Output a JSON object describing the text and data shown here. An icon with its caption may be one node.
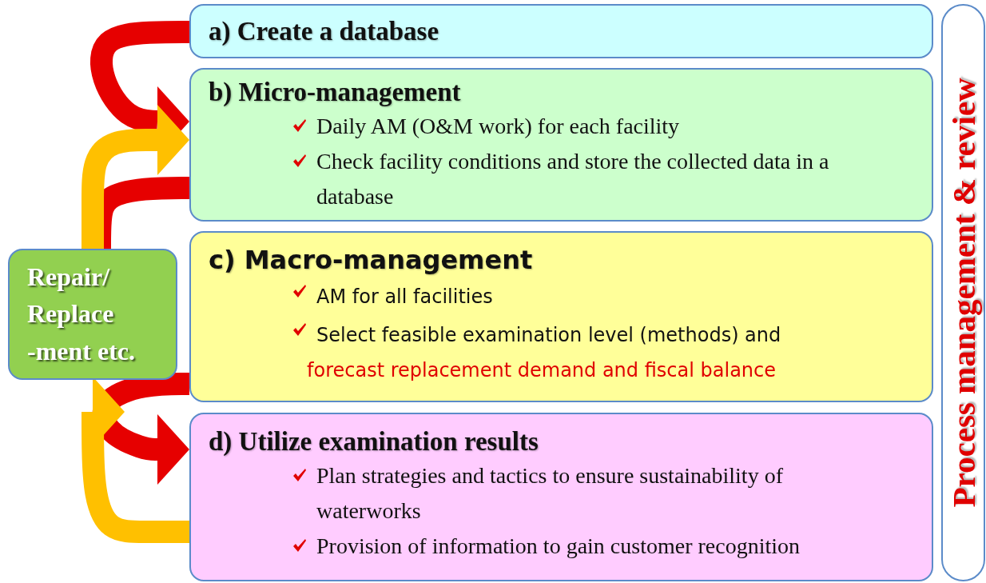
{
  "diagram": {
    "nodes": [
      {
        "text": [
          "a) Create a database"
        ]
      },
      {
        "text": [
          "b) Micro-management",
          "Daily AM (O&M work) for each facility",
          "Check facility conditions and store the collected data in a database"
        ]
      },
      {
        "text": [
          "c) Macro-management",
          "AM for all facilities",
          "Select feasible examination level (methods) and",
          "forecast replacement demand and fiscal balance"
        ]
      },
      {
        "text": [
          "d) Utilize examination results",
          "Plan strategies and tactics to ensure sustainability of waterworks",
          "Provision of information to gain customer recognition"
        ]
      },
      {
        "text": [
          "Repair/ Replace -ment etc."
        ]
      },
      {
        "text": [
          "Process management & review"
        ]
      }
    ],
    "edges": [
      {
        "from": 0,
        "to": 1,
        "arrow": "to"
      },
      {
        "from": 1,
        "to": 4,
        "arrow": "none"
      },
      {
        "from": 2,
        "to": 3,
        "arrow": "to"
      },
      {
        "from": 3,
        "to": 4,
        "arrow": "to",
        "color": "#ffc000"
      },
      {
        "from": 4,
        "to": 1,
        "arrow": "to",
        "color": "#ffc000"
      }
    ]
  }
}
